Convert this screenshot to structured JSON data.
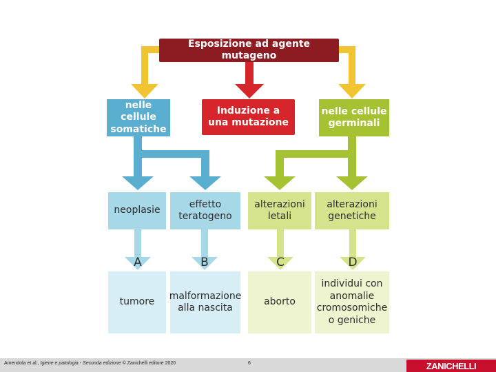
{
  "diagram": {
    "top": "Esposizione ad agente mutageno",
    "center": "Induzione a\nuna mutazione",
    "left_branch": "nelle cellule\nsomatiche",
    "right_branch": "nelle cellule\ngerminali",
    "effects": {
      "neoplasie": "neoplasie",
      "teratogeno": "effetto\nteratogeno",
      "letali": "alterazioni\nletali",
      "genetiche": "alterazioni\ngenetiche"
    },
    "letters": [
      "A",
      "B",
      "C",
      "D"
    ],
    "outcomes": {
      "tumore": "tumore",
      "malformazione": "malformazione\nalla nascita",
      "aborto": "aborto",
      "individui": "individui con\nanomalie\ncromosomiche\no geniche"
    }
  },
  "footer": {
    "citation_prefix": "Amendola et al., ",
    "citation_title": "Igiene e patologia - Seconda edizione",
    "citation_suffix": " © Zanichelli editore 2020",
    "page": "6",
    "logo": "ZANICHELLI"
  },
  "colors": {
    "top_box": "#8c1c22",
    "center_box": "#d6252b",
    "yellow_arrow": "#f0c531",
    "blue": "#5aaed0",
    "green": "#a5c232"
  }
}
